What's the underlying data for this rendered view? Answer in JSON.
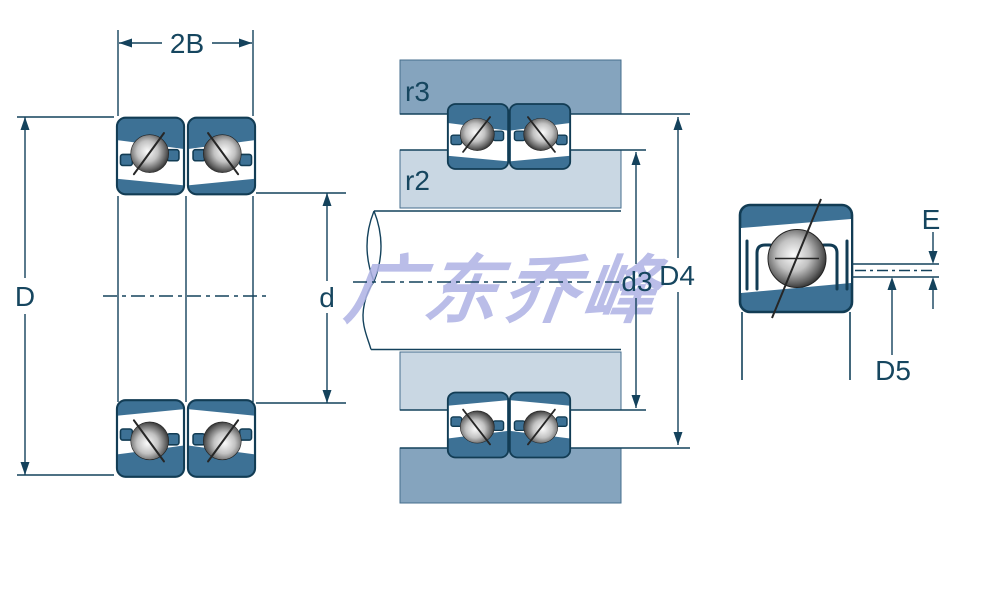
{
  "watermark": "广东乔峰",
  "view_left": {
    "dim_width": "2B",
    "dim_outer_diameter": "D",
    "dim_bore": "d"
  },
  "view_middle": {
    "fillet_housing": "r3",
    "fillet_shaft": "r2",
    "dim_shaft_abutment": "d3",
    "dim_housing_abutment": "D4"
  },
  "view_right": {
    "dim_axial_offset": "E",
    "dim_pitch_diameter": "D5"
  },
  "colors": {
    "background": "#ffffff",
    "line": "#14425c",
    "ring_steel_blue": "#3d7195",
    "housing_block": "#85a4be",
    "shoulder_block": "#c9d7e3",
    "watermark": "#aeb2e4",
    "label_text": "#16465f",
    "ball_highlight": "#f8f8f8",
    "ball_shadow": "#1e1e1e"
  }
}
